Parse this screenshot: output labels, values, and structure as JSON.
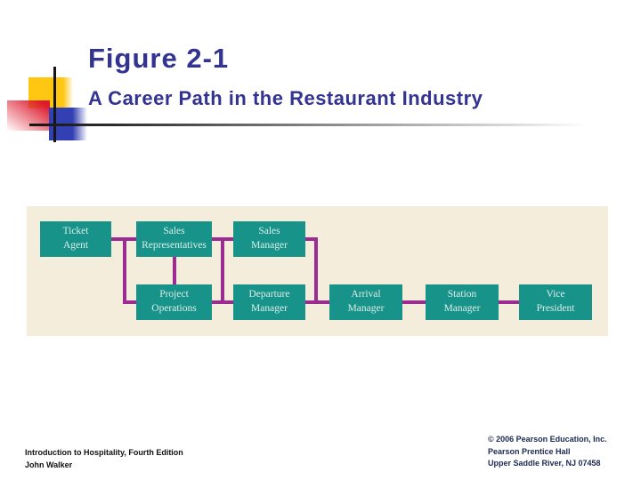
{
  "header": {
    "title": "Figure 2-1",
    "subtitle": "A Career Path in the Restaurant Industry"
  },
  "diagram": {
    "type": "career-path-flowchart",
    "boxes": [
      {
        "id": "ticket-agent",
        "row": "top",
        "label": "Ticket\nAgent"
      },
      {
        "id": "sales-representatives",
        "row": "top",
        "label": "Sales\nRepresentatives"
      },
      {
        "id": "sales-manager",
        "row": "top",
        "label": "Sales\nManager"
      },
      {
        "id": "project-operations",
        "row": "bottom",
        "label": "Project\nOperations"
      },
      {
        "id": "departure-manager",
        "row": "bottom",
        "label": "Departure\nManager"
      },
      {
        "id": "arrival-manager",
        "row": "bottom",
        "label": "Arrival\nManager"
      },
      {
        "id": "station-manager",
        "row": "bottom",
        "label": "Station\nManager"
      },
      {
        "id": "vice-president",
        "row": "bottom",
        "label": "Vice\nPresident"
      }
    ],
    "connections": [
      [
        "ticket-agent",
        "sales-representatives"
      ],
      [
        "ticket-agent",
        "project-operations"
      ],
      [
        "sales-representatives",
        "project-operations"
      ],
      [
        "sales-representatives",
        "sales-manager"
      ],
      [
        "project-operations",
        "departure-manager"
      ],
      [
        "sales-manager",
        "departure-manager"
      ],
      [
        "departure-manager",
        "arrival-manager"
      ],
      [
        "arrival-manager",
        "station-manager"
      ],
      [
        "station-manager",
        "vice-president"
      ]
    ],
    "palette": {
      "box_fill": "#17938A",
      "box_text": "#DCEEE9",
      "connector": "#9C2B92",
      "panel_background": "#F5EDDB"
    }
  },
  "decoration": {
    "palette": {
      "yellow_square": "#FFC612",
      "red_square": "#DD1B2E",
      "blue_square": "#3340B3",
      "title_text": "#333391"
    }
  },
  "footer": {
    "left_line1": "Introduction to Hospitality, Fourth Edition",
    "left_line2": "John Walker",
    "right_line1": "© 2006 Pearson Education, Inc.",
    "right_line2": "Pearson Prentice Hall",
    "right_line3": "Upper Saddle River, NJ 07458"
  }
}
